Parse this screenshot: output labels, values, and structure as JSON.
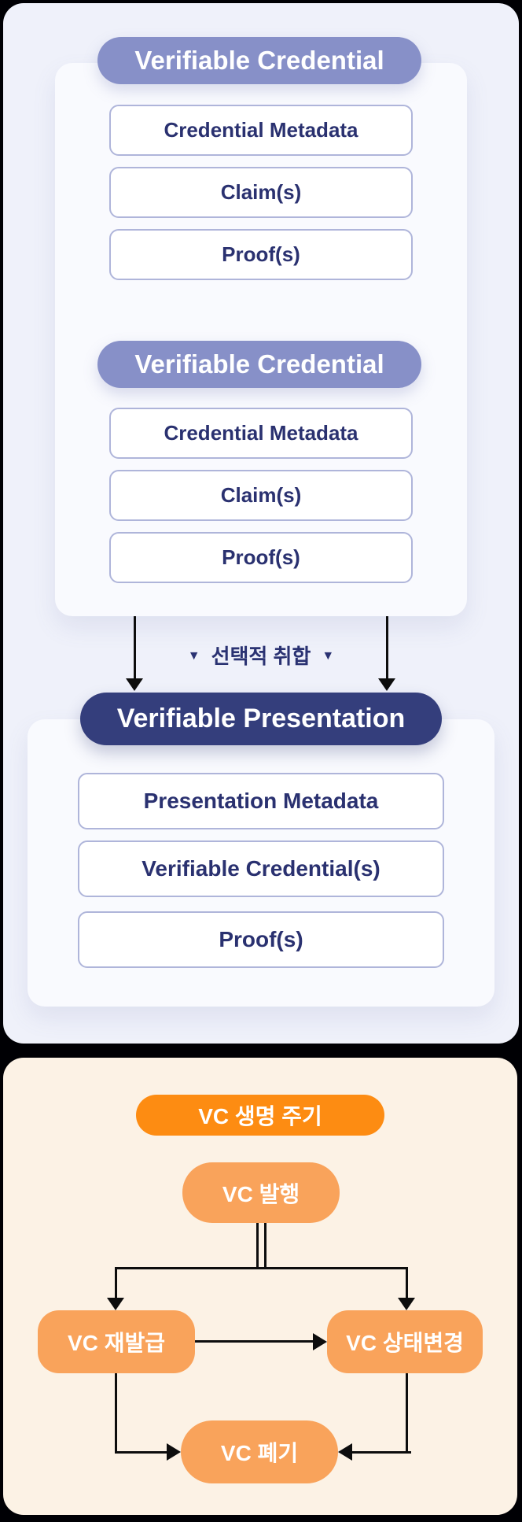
{
  "vc": {
    "credentials": [
      {
        "title": "Verifiable Credential",
        "boxes": [
          "Credential Metadata",
          "Claim(s)",
          "Proof(s)"
        ]
      },
      {
        "title": "Verifiable Credential",
        "boxes": [
          "Credential Metadata",
          "Claim(s)",
          "Proof(s)"
        ]
      }
    ],
    "aggregation": {
      "label": "선택적 취합",
      "glyph": "▼"
    },
    "presentation": {
      "title": "Verifiable Presentation",
      "boxes": [
        "Presentation Metadata",
        "Verifiable Credential(s)",
        "Proof(s)"
      ]
    }
  },
  "lifecycle": {
    "title": "VC 생명 주기",
    "nodes": {
      "issue": "VC 발행",
      "reissue": "VC 재발급",
      "status_change": "VC 상태변경",
      "revoke": "VC 폐기"
    }
  },
  "colors": {
    "background": "#000004",
    "top_panel": "#EFF1FA",
    "inner_card": "#F9FAFE",
    "vc_pill": "#8790C8",
    "vp_pill": "#343E7C",
    "box_border": "#AFB5DA",
    "box_text": "#2A3170",
    "connector": "#0d0d0d",
    "bottom_panel": "#FCF2E5",
    "lifecycle_title_pill": "#FD8C12",
    "lifecycle_node_pill": "#F9A35B"
  }
}
